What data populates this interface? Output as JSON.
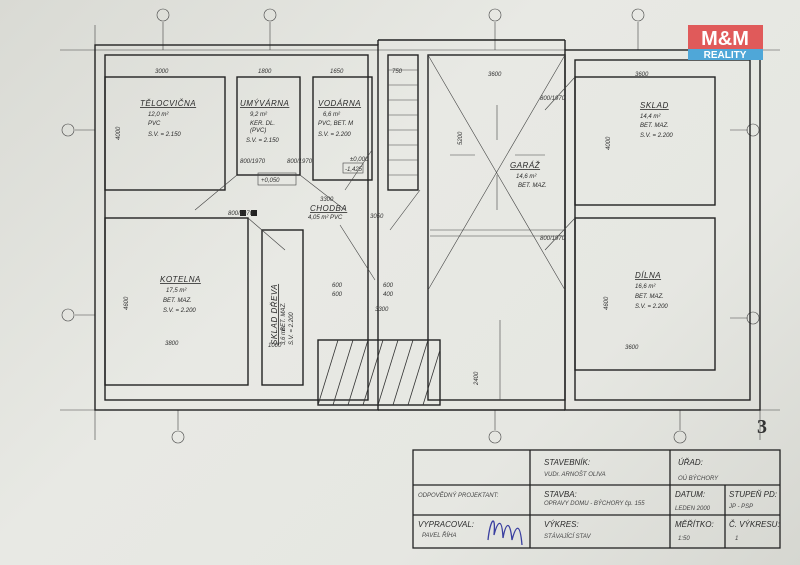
{
  "logo": {
    "brand": "M&M",
    "sub": "REALITY",
    "colors": {
      "red": "#e05a5a",
      "blue": "#4fa7d8"
    }
  },
  "sheet_number": "3",
  "rooms": [
    {
      "name": "TĚLOCVIČNA",
      "area": "12,0 m²",
      "floor": "PVC",
      "height": "S.V. = 2.150"
    },
    {
      "name": "UMÝVÁRNA",
      "area": "9,2 m²",
      "floor": "KER. DL.",
      "floor2": "(PVC)",
      "height": "S.V. = 2.150"
    },
    {
      "name": "VODÁRNA",
      "area": "6,6 m²",
      "floor": "PVC, BET. M",
      "height": "S.V. = 2.200"
    },
    {
      "name": "GARÁŽ",
      "area": "14,6 m²",
      "floor": "BET. MAZ."
    },
    {
      "name": "SKLAD",
      "area": "14,4 m²",
      "floor": "BET. MAZ.",
      "height": "S.V. = 2.200"
    },
    {
      "name": "KOTELNA",
      "area": "17,5 m²",
      "floor": "BET. MAZ.",
      "height": "S.V. = 2.200"
    },
    {
      "name": "CHODBA",
      "area": "4,05 m² PVC"
    },
    {
      "name": "SKLAD DŘEVA",
      "area": "3,6 m²",
      "floor": "BET. MAZ.",
      "height": "S.V. = 2.200"
    },
    {
      "name": "DÍLNA",
      "area": "16,6 m²",
      "floor": "BET. MAZ.",
      "height": "S.V. = 2.200"
    }
  ],
  "dimensions": {
    "d3000": "3000",
    "d1800": "1800",
    "d1650": "1650",
    "d750": "750",
    "d3600a": "3600",
    "d3600b": "3600",
    "d4000a": "4000",
    "d4000b": "4000",
    "d5200": "5200",
    "d3800": "3800",
    "d4600a": "4600",
    "d4600b": "4600",
    "d3600c": "3600",
    "d1000": "1000",
    "d3300a": "3300",
    "d3050": "3050",
    "d3300b": "3300",
    "d2400": "2400",
    "door1": "800/1970",
    "door2": "800/1970",
    "door3": "800/1970",
    "door4": "800/1970",
    "door5": "800/1970",
    "lvl1": "+0,050",
    "lvl2": "±0,000",
    "lvl3": "-1,425",
    "w1": "600",
    "w2": "600",
    "w3": "600",
    "w4": "400"
  },
  "title_block": {
    "stavebnik_label": "STAVEBNÍK:",
    "stavebnik_value": "VUDr. ARNOŠT OLIVA",
    "urad_label": "ÚŘAD:",
    "urad_value": "OÚ BÝCHORY",
    "projektant_label": "ODPOVĚDNÝ PROJEKTANT:",
    "stavba_label": "STAVBA:",
    "stavba_value": "OPRAVY DOMU - BÝCHORY čp. 155",
    "datum_label": "DATUM:",
    "datum_value": "LEDEN 2000",
    "stupen_label": "STUPEŇ PD:",
    "stupen_value": "JP - PSP",
    "vypracoval_label": "VYPRACOVAL:",
    "vypracoval_value": "PAVEL ŘÍHA",
    "vykres_label": "VÝKRES:",
    "vykres_value": "STÁVAJÍCÍ STAV",
    "meritko_label": "MĚŘÍTKO:",
    "meritko_value": "1:50",
    "cislo_label": "Č. VÝKRESU:",
    "cislo_value": "1"
  }
}
